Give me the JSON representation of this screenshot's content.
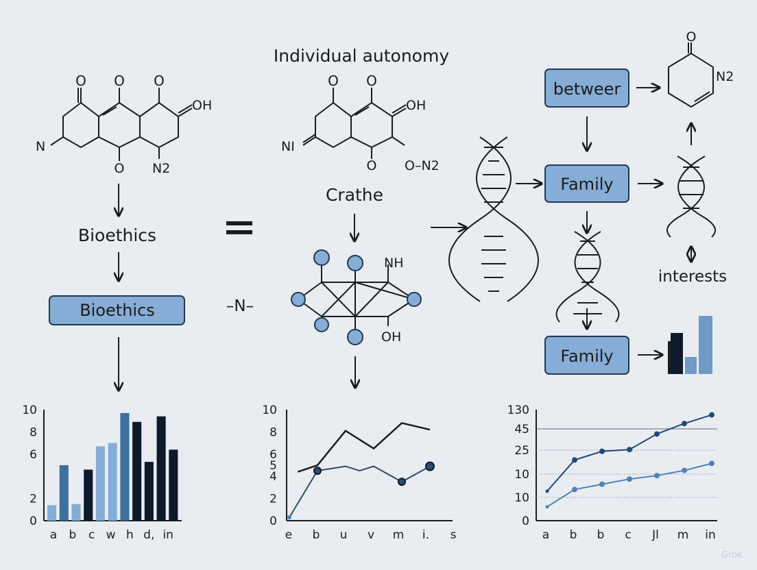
{
  "labels": {
    "title": "Individual autonomy",
    "bioethics_text": "Bioethics",
    "bioethics_box": "Bioethics",
    "crathe": "Crathe",
    "n_bridge": "–N–",
    "between_box": "betweer",
    "family_box_1": "Family",
    "family_box_2": "Family",
    "interests": "interests",
    "watermark": "Grok"
  },
  "chem": {
    "m1": {
      "o_top_1": "O",
      "o_top_2": "O",
      "o_top_3": "O",
      "oh": "OH",
      "n_left": "N",
      "o_bottom": "O",
      "n2": "N2"
    },
    "m2": {
      "o_top_1": "O",
      "o_top_2": "O",
      "oh": "OH",
      "n_left": "NI",
      "o_bottom": "O",
      "n2": "O–N2"
    },
    "m3": {
      "nh": "NH",
      "oh": "OH"
    },
    "m4": {
      "o": "O",
      "n2": "N2"
    }
  },
  "chart_data": [
    {
      "type": "bar",
      "categories": [
        "a",
        "b",
        "c",
        "w",
        "h",
        "d,",
        "in"
      ],
      "yticks": [
        10,
        8,
        6,
        2,
        0
      ],
      "series": [
        {
          "values": [
            1.4,
            5.0,
            1.5,
            4.6,
            6.7,
            7.0,
            9.7,
            8.9,
            5.3,
            9.4,
            6.4
          ]
        }
      ],
      "bar_colors": [
        "#86add6",
        "#3d6f9f",
        "#86add6",
        "#0e1a2b",
        "#86add6",
        "#86add6",
        "#3d6f9f",
        "#0e1a2b",
        "#0e1a2b",
        "#0e1a2b",
        "#0e1a2b"
      ],
      "ylim": [
        0,
        10
      ]
    },
    {
      "type": "line",
      "categories": [
        "e",
        "b",
        "u",
        "v",
        "m",
        "i.",
        "s"
      ],
      "yticks": [
        10,
        8,
        6,
        5,
        4,
        2,
        0
      ],
      "series": [
        {
          "color": "#1b1b1b",
          "x": [
            0.3,
            1.0,
            2.0,
            3.0,
            4.0,
            5.0
          ],
          "y": [
            4.4,
            5.0,
            8.1,
            6.5,
            8.8,
            8.2
          ]
        },
        {
          "color": "#2e4c6d",
          "x": [
            0.0,
            1.0,
            2.0,
            2.5,
            3.0,
            4.0,
            5.0
          ],
          "y": [
            0.3,
            4.5,
            4.9,
            4.5,
            4.9,
            3.5,
            4.9
          ]
        }
      ],
      "ylim": [
        0,
        10
      ]
    },
    {
      "type": "line",
      "categories": [
        "a",
        "b",
        "b",
        "c",
        "Jl",
        "m",
        "in"
      ],
      "yticks": [
        "130",
        "45",
        "25",
        "10",
        "10",
        "0"
      ],
      "series": [
        {
          "color": "#1f4a78",
          "values": [
            1.7,
            3.5,
            4.0,
            4.1,
            5.0,
            5.6,
            6.1
          ]
        },
        {
          "color": "#4b83b9",
          "values": [
            0.8,
            1.8,
            2.1,
            2.4,
            2.6,
            2.9,
            3.3
          ]
        }
      ],
      "ylim": [
        0,
        6.4
      ]
    }
  ]
}
